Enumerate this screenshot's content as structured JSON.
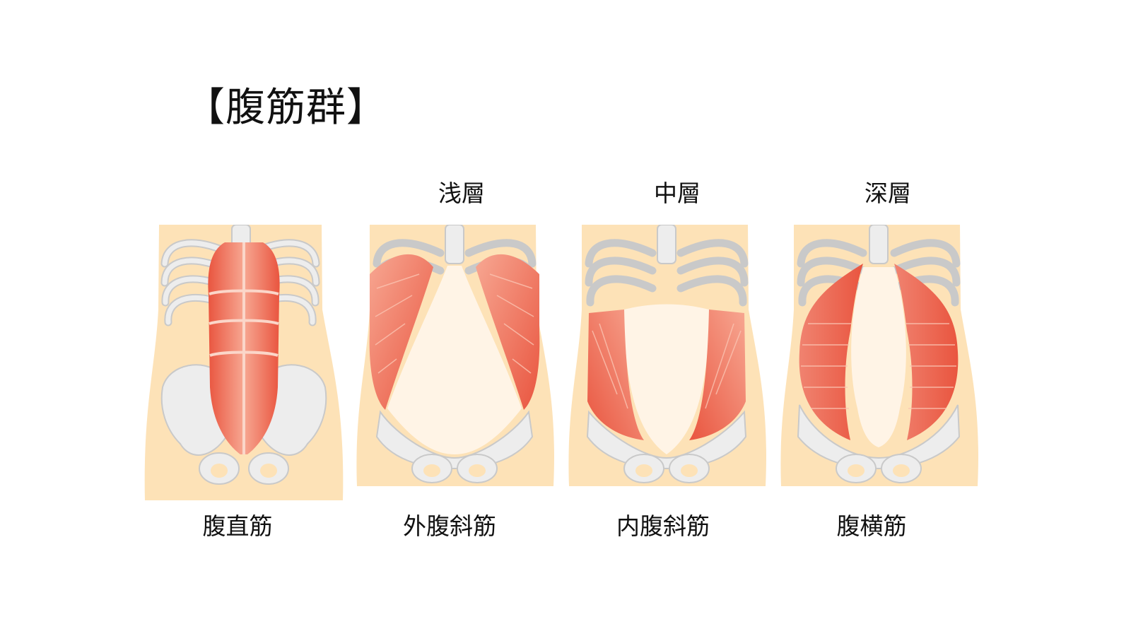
{
  "title": "【腹筋群】",
  "layer_labels": [
    "浅層",
    "中層",
    "深層"
  ],
  "muscles": [
    "腹直筋",
    "外腹斜筋",
    "内腹斜筋",
    "腹横筋"
  ],
  "colors": {
    "skin": "#fde2b7",
    "bone": "#ededed",
    "bone_outline": "#c9c9c9",
    "muscle": "#f08370",
    "muscle_dark": "#e9553f",
    "muscle_light": "#fbc4b2",
    "fascia": "#fff4e6"
  }
}
